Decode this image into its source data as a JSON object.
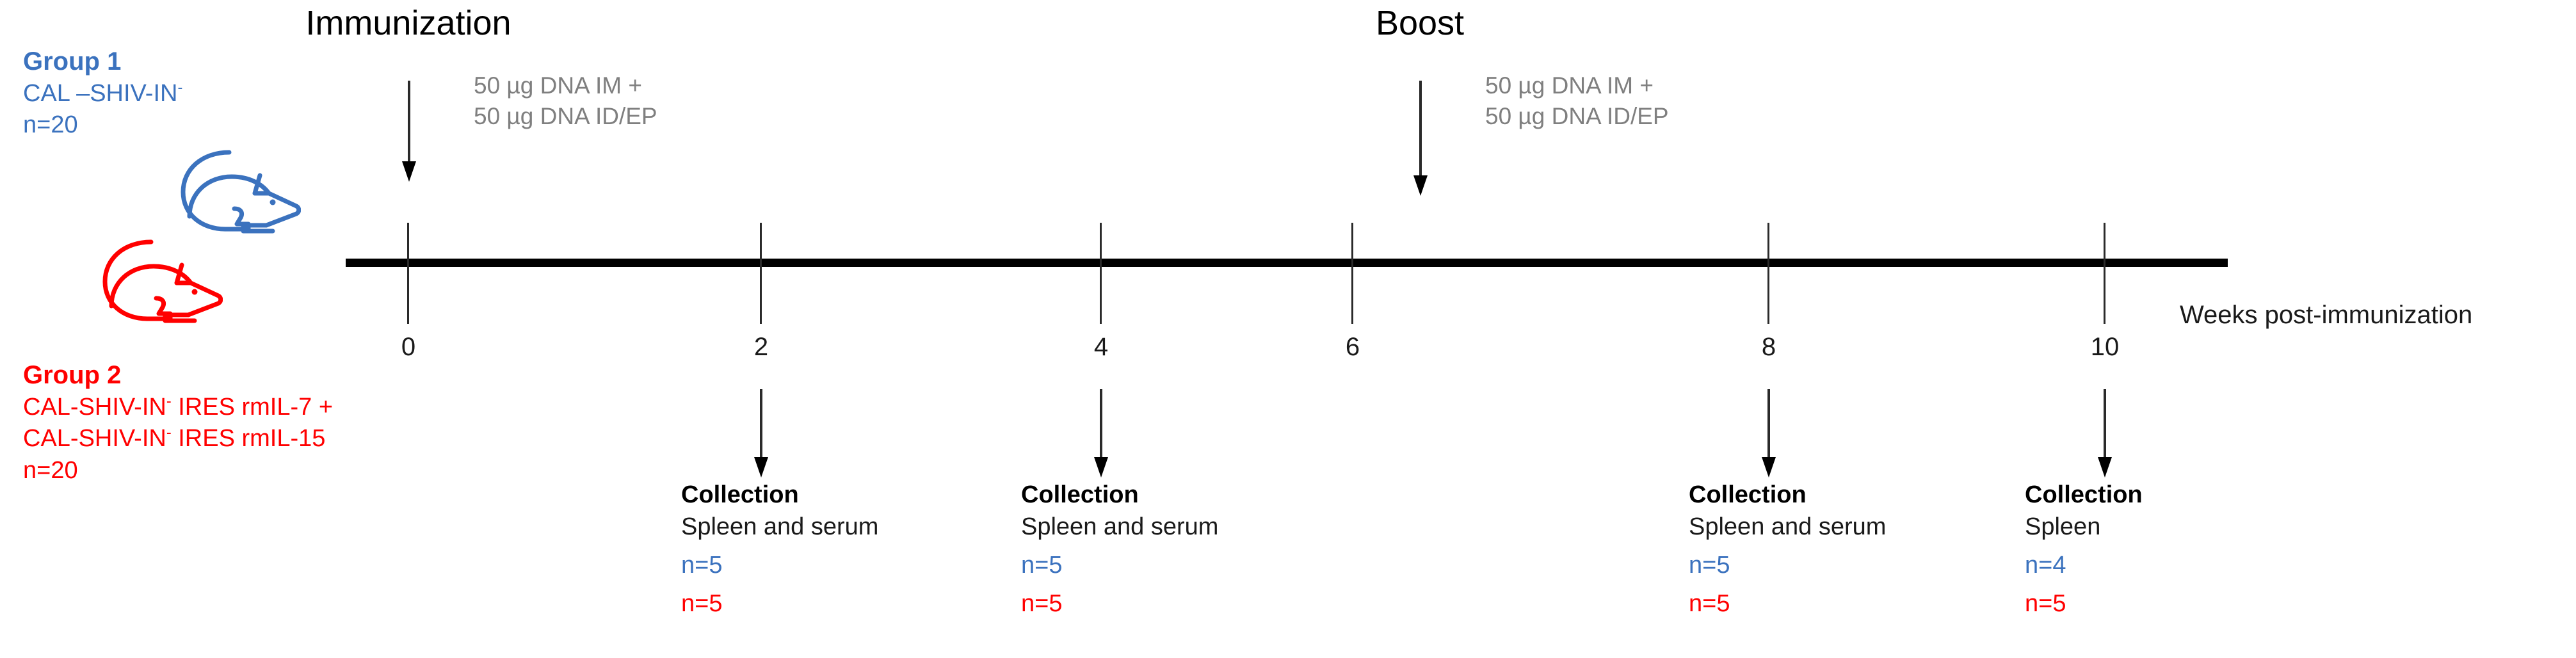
{
  "groups": [
    {
      "id": "group-1",
      "title": "Group 1",
      "construct": "CAL –SHIV-IN",
      "construct_sup": "-",
      "n_label": "n=20",
      "color": "#3B72BE",
      "mouse_icon": "mouse-icon"
    },
    {
      "id": "group-2",
      "title": "Group 2",
      "line1": "CAL-SHIV-IN",
      "line1_sup": "-",
      "line1_tail": " IRES rmIL-7 +",
      "line2": "CAL-SHIV-IN",
      "line2_sup": "-",
      "line2_tail": " IRES rmIL-15",
      "n_label": "n=20",
      "color": "#FF0000",
      "mouse_icon": "mouse-icon"
    }
  ],
  "events": [
    {
      "id": "immunization",
      "title": "Immunization",
      "note_line1": "50 µg DNA IM +",
      "note_line2": "50 µg DNA ID/EP",
      "week": 0
    },
    {
      "id": "boost",
      "title": "Boost",
      "note_line1": "50 µg DNA IM +",
      "note_line2": "50 µg DNA ID/EP",
      "week": 6
    }
  ],
  "axis": {
    "caption": "Weeks post-immunization",
    "tick_labels": [
      "0",
      "2",
      "4",
      "6",
      "8",
      "10"
    ],
    "tick_weeks": [
      0,
      2,
      4,
      6,
      8,
      10
    ],
    "line_color": "#000000"
  },
  "collections": [
    {
      "id": "collection-week-2",
      "week": 2,
      "title": "Collection",
      "subtitle": "Spleen and serum",
      "n_group1": "n=5",
      "n_group2": "n=5"
    },
    {
      "id": "collection-week-4",
      "week": 4,
      "title": "Collection",
      "subtitle": "Spleen and serum",
      "n_group1": "n=5",
      "n_group2": "n=5"
    },
    {
      "id": "collection-week-8",
      "week": 8,
      "title": "Collection",
      "subtitle": "Spleen and serum",
      "n_group1": "n=5",
      "n_group2": "n=5"
    },
    {
      "id": "collection-week-10",
      "week": 10,
      "title": "Collection",
      "subtitle": "Spleen",
      "n_group1": "n=4",
      "n_group2": "n=5"
    }
  ],
  "colors": {
    "group1_blue": "#3B72BE",
    "group2_red": "#FF0000",
    "note_gray": "#7F7F7F",
    "axis_black": "#000000"
  }
}
